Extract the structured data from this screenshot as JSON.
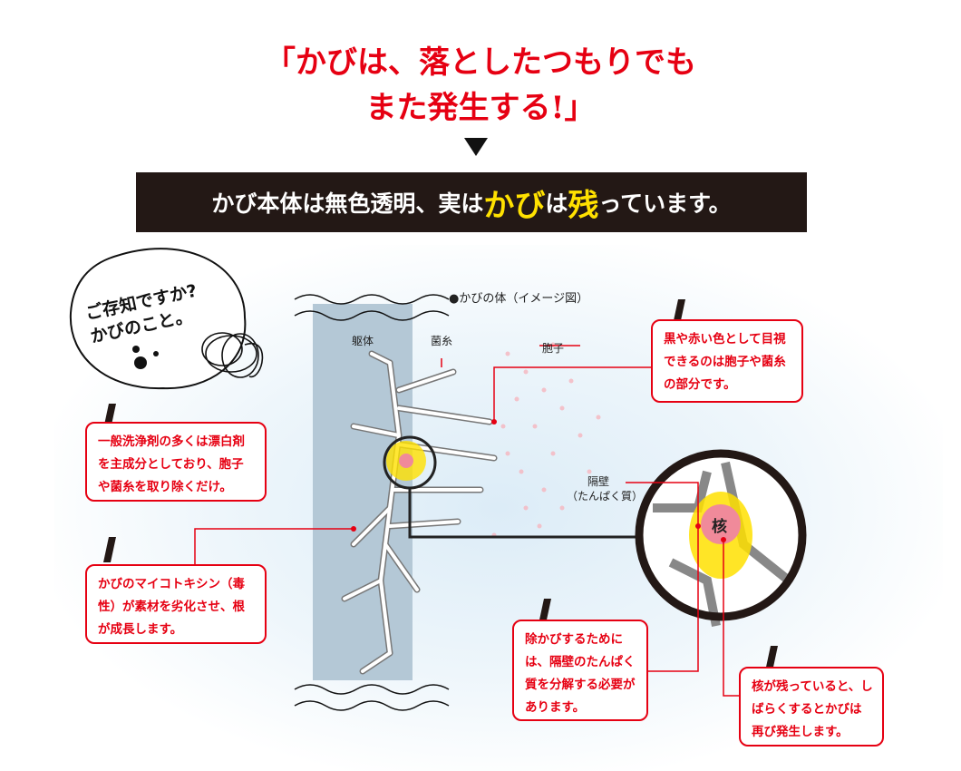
{
  "headline": {
    "line1": "「かびは、落としたつもりでも",
    "line2": "また発生する!」"
  },
  "banner": {
    "part1": "かび本体は無色透明、実は",
    "part2": "かび",
    "part3": "は",
    "part4": "残",
    "part5": "っています。"
  },
  "bubble": {
    "line1": "ご存知ですか?",
    "line2": "かびのこと。"
  },
  "diagram": {
    "title": "●かびの体（イメージ図）",
    "body_label": "躯体",
    "hyphae_label": "菌糸",
    "spore_label": "胞子",
    "septum_label_1": "隔壁",
    "septum_label_2": "（たんぱく質）",
    "nucleus_label": "核"
  },
  "notes": [
    {
      "text": "一般洗浄剤の多くは漂白剤を主成分としており、胞子や菌糸を取り除くだけ。"
    },
    {
      "text": "かびのマイコトキシン（毒性）が素材を劣化させ、根が成長します。"
    },
    {
      "text": "黒や赤い色として目視できるのは胞子や菌糸の部分です。"
    },
    {
      "text": "除かびするためには、隔壁のたんぱく質を分解する必要があります。"
    },
    {
      "text": "核が残っていると、しばらくするとかびは再び発生します。"
    }
  ],
  "colors": {
    "accent": "#e60012",
    "banner_bg": "#231815",
    "highlight": "#ffe100"
  }
}
